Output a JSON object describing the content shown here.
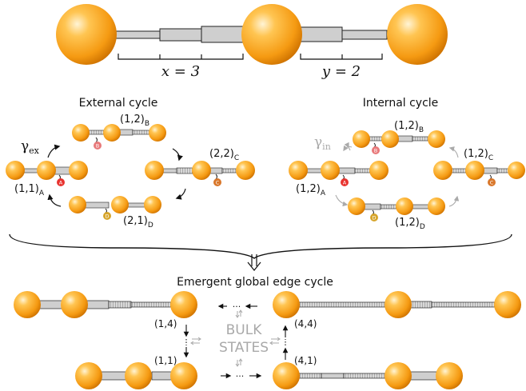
{
  "top": {
    "x_label": "x = 3",
    "y_label": "y = 2"
  },
  "external": {
    "title": "External cycle",
    "gamma": "γ",
    "gamma_sub": "ex",
    "states": [
      {
        "main": "(1,1)",
        "sub": "A"
      },
      {
        "main": "(1,2)",
        "sub": "B"
      },
      {
        "main": "(2,2)",
        "sub": "C"
      },
      {
        "main": "(2,1)",
        "sub": "D"
      }
    ]
  },
  "internal": {
    "title": "Internal cycle",
    "gamma": "γ",
    "gamma_sub": "in",
    "states": [
      {
        "main": "(1,2)",
        "sub": "A"
      },
      {
        "main": "(1,2)",
        "sub": "B"
      },
      {
        "main": "(1,2)",
        "sub": "C"
      },
      {
        "main": "(1,2)",
        "sub": "D"
      }
    ]
  },
  "emergent": {
    "title": "Emergent global edge cycle",
    "bulk_line1": "BULK",
    "bulk_line2": "STATES",
    "corners": [
      "(1,4)",
      "(4,4)",
      "(1,1)",
      "(4,1)"
    ],
    "ellipsis": "···"
  },
  "markers": [
    "A",
    "B",
    "C",
    "D"
  ],
  "colors": {
    "sphere_light": "#ffd58a",
    "sphere_mid": "#f9a11c",
    "sphere_dark": "#c56a00",
    "marker_a": "#e8332f",
    "marker_b": "#e8797a",
    "marker_c": "#d9772a",
    "marker_d": "#d6a52c",
    "bar_fill": "#cfcfcf",
    "grey_text": "#a9a9a9"
  }
}
